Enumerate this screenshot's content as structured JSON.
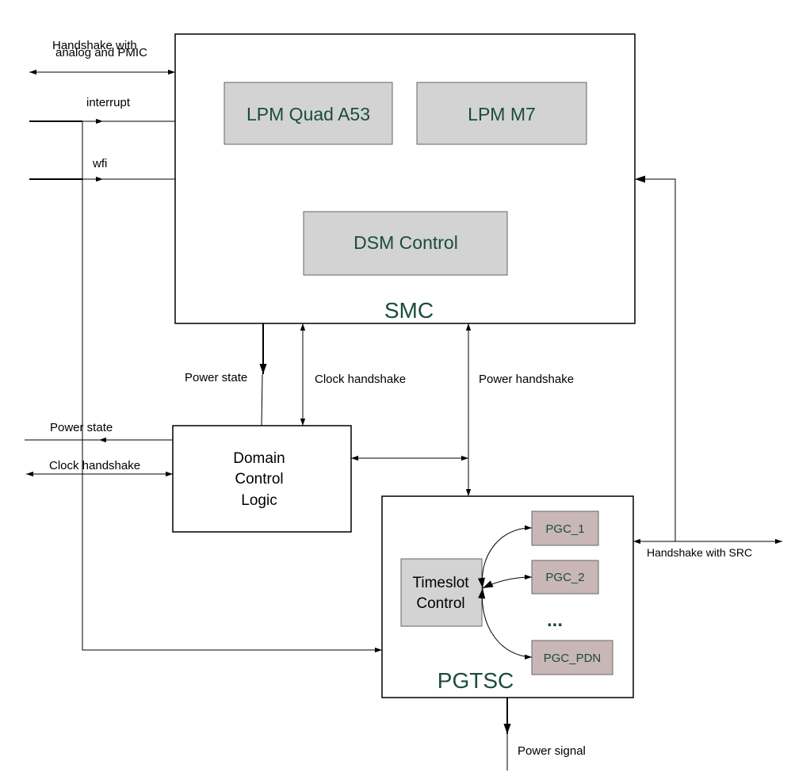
{
  "colors": {
    "line": "#000000",
    "gray_block": "#d3d3d3",
    "pgc_block": "#c9b6b6",
    "green_text": "#1a4d3a"
  },
  "smc": {
    "title": "SMC",
    "lpm_a53": "LPM Quad A53",
    "lpm_m7": "LPM M7",
    "dsm": "DSM Control"
  },
  "left_labels": {
    "handshake_line1": "Handshake with",
    "handshake_line2": "analog and PMIC",
    "interrupt": "interrupt",
    "wfi": "wfi",
    "power_state": "Power state",
    "clock_handshake": "Clock handshake"
  },
  "mid_labels": {
    "power_state": "Power state",
    "clock_handshake": "Clock handshake",
    "power_handshake": "Power handshake"
  },
  "dcl": {
    "line1": "Domain",
    "line2": "Control",
    "line3": "Logic"
  },
  "pgtsc": {
    "title": "PGTSC",
    "timeslot_line1": "Timeslot",
    "timeslot_line2": "Control",
    "pgc1": "PGC_1",
    "pgc2": "PGC_2",
    "ellipsis": "...",
    "pgc_pdn": "PGC_PDN"
  },
  "right_labels": {
    "src": "Handshake with SRC",
    "power_signal": "Power signal"
  }
}
